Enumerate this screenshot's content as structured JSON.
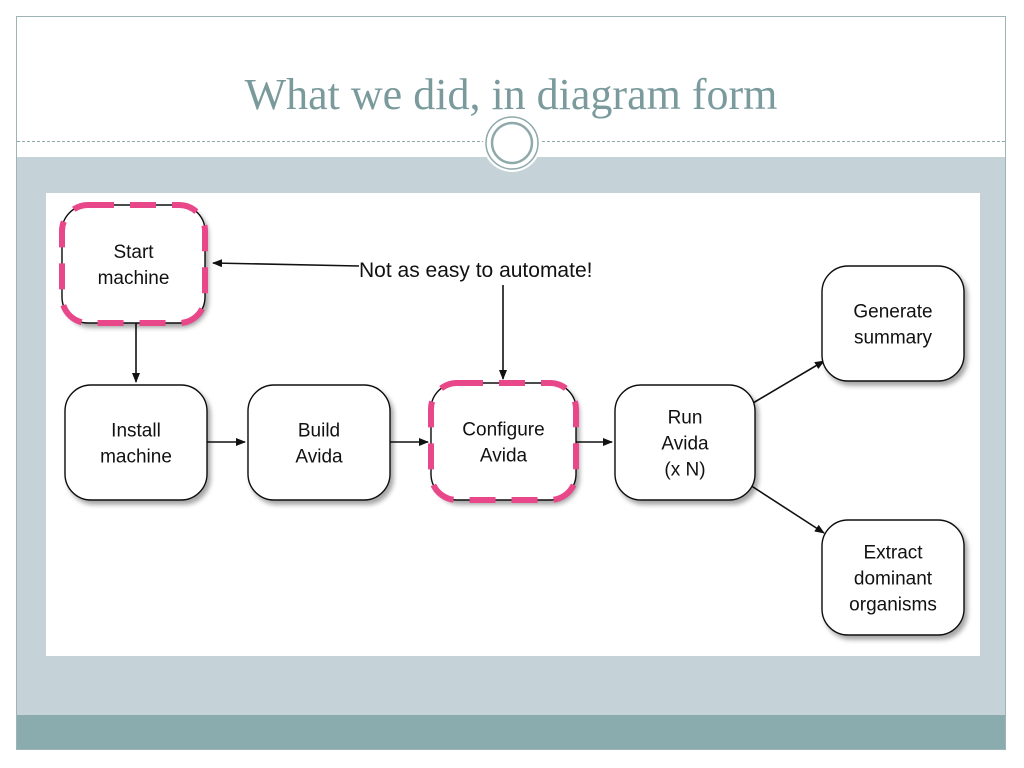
{
  "slide": {
    "title": "What we did, in diagram form"
  },
  "diagram": {
    "annotation": "Not as easy to automate!",
    "nodes": [
      {
        "id": "start-machine",
        "lines": [
          "Start",
          "machine"
        ],
        "highlighted": true
      },
      {
        "id": "install-machine",
        "lines": [
          "Install",
          "machine"
        ],
        "highlighted": false
      },
      {
        "id": "build-avida",
        "lines": [
          "Build",
          "Avida"
        ],
        "highlighted": false
      },
      {
        "id": "configure-avida",
        "lines": [
          "Configure",
          "Avida"
        ],
        "highlighted": true
      },
      {
        "id": "run-avida",
        "lines": [
          "Run",
          "Avida",
          "(x N)"
        ],
        "highlighted": false
      },
      {
        "id": "generate-summary",
        "lines": [
          "Generate",
          "summary"
        ],
        "highlighted": false
      },
      {
        "id": "extract-dominant-organisms",
        "lines": [
          "Extract",
          "dominant",
          "organisms"
        ],
        "highlighted": false
      }
    ],
    "edges": [
      {
        "from": "start-machine",
        "to": "install-machine"
      },
      {
        "from": "install-machine",
        "to": "build-avida"
      },
      {
        "from": "build-avida",
        "to": "configure-avida"
      },
      {
        "from": "configure-avida",
        "to": "run-avida"
      },
      {
        "from": "run-avida",
        "to": "generate-summary"
      },
      {
        "from": "run-avida",
        "to": "extract-dominant-organisms"
      },
      {
        "from": "annotation",
        "to": "start-machine"
      },
      {
        "from": "annotation",
        "to": "configure-avida"
      }
    ]
  },
  "colors": {
    "title": "#7a9a9c",
    "highlight_dash": "#e8488a",
    "content_background": "#c5d2d8",
    "footer": "#8aacae"
  }
}
